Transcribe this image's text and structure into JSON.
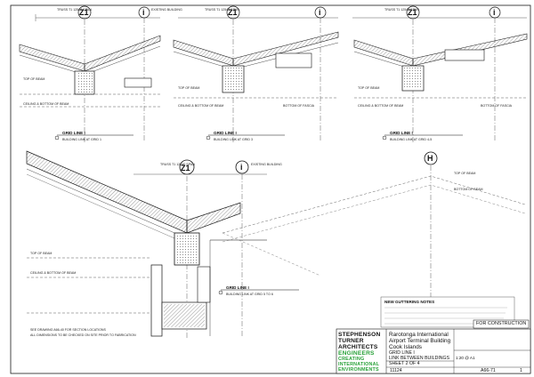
{
  "grid_refs": {
    "z1": "Z1",
    "i": "i",
    "h": "H"
  },
  "section_callouts": {
    "s1_title": "GRID LINE I",
    "s1_sub": "BUILDING LINK AT GRID 1",
    "s2_title": "GRID LINE I",
    "s2_sub": "BUILDING LINK AT GRID 3",
    "s3_title": "GRID LINE I",
    "s3_sub": "BUILDING LINK AT GRID 4-5",
    "s4_title": "GRID LINE I",
    "s4_sub": "BUILDING LINK AT GRID 5 TO 6"
  },
  "labels": {
    "existing_building": "EXISTING BUILDING",
    "truss_span": "TRUSS T1 12540 SPAN",
    "ceiling_bottom_of_beam": "CEILING & BOTTOM OF BEAM",
    "top_of_beam": "TOP OF BEAM",
    "bottom_of_beam": "BOTTOM OF BEAM",
    "bottom_of_fascia": "BOTTOM OF FASCIA",
    "new_guttering_notes": "NEW GUTTERING NOTES"
  },
  "notes": {
    "gen_1": "SEE DRAWING A66-40 FOR SECTION LOCATIONS",
    "gen_2": "ALL DIMENSIONS TO BE CHECKED ON SITE PRIOR TO FABRICATION"
  },
  "firm": {
    "line1": "STEPHENSON",
    "line2": "TURNER",
    "line3": "ARCHITECTS",
    "line4": "ENGINEERS",
    "line5": "CREATING",
    "line6": "INTERNATIONAL",
    "line7": "ENVIRONMENTS"
  },
  "title_block": {
    "project_line1": "Rarotonga International",
    "project_line2": "Airport Terminal Building",
    "project_line3": "Cook Islands",
    "sheet_line1": "GRID LINE I",
    "sheet_line2": "LINK BETWEEN BUILDINGS",
    "sheet_line3": "SHEET 2 OF 4",
    "job_no": "11124",
    "drawing_no": "A66-71",
    "revision": "1",
    "status": "FOR CONSTRUCTION",
    "scale": "1:20 @ A1"
  },
  "colors": {
    "line": "#1a1a1a",
    "hatch": "#555555",
    "accent_green": "#2aa23a"
  }
}
